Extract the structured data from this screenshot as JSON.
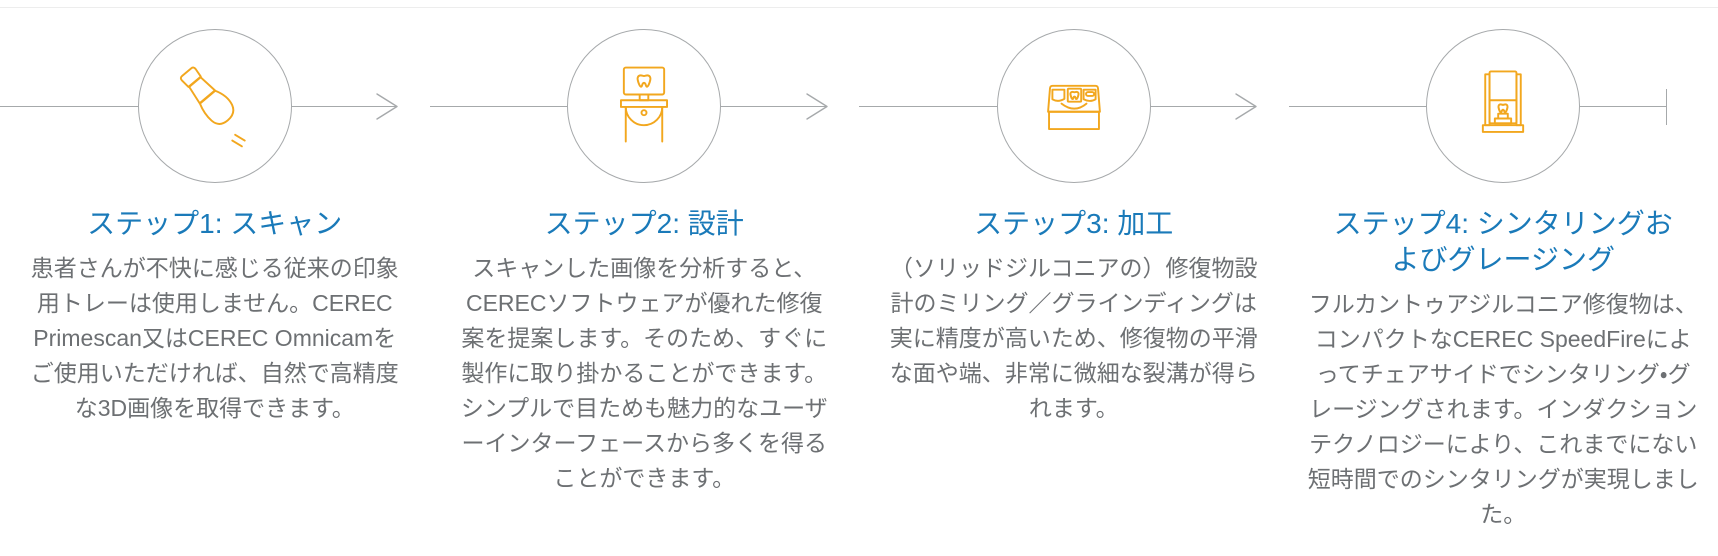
{
  "colors": {
    "accent_blue": "#1a7ab9",
    "icon_yellow": "#f2a71e",
    "body_gray": "#6d7073",
    "line_gray": "#a6a9ab",
    "top_rule": "#ededed"
  },
  "steps": [
    {
      "icon": "intraoral-scanner-icon",
      "title": "ステップ1: スキャン",
      "body": "患者さんが不快に感じる従来の印象用トレーは使用しません。CEREC Primescan又はCEREC Omnicamをご使用いただければ、自然で高精度な3D画像を取得できます。"
    },
    {
      "icon": "design-workstation-icon",
      "title": "ステップ2: 設計",
      "body": "スキャンした画像を分析すると、CERECソフトウェアが優れた修復案を提案します。そのため、すぐに製作に取り掛かることができます。シンプルで目ためも魅力的なユーザーインターフェースから多くを得ることができます。"
    },
    {
      "icon": "milling-machine-icon",
      "title": "ステップ3: 加工",
      "body": "（ソリッドジルコニアの）修復物設計のミリング／グラインディングは実に精度が高いため、修復物の平滑な面や端、非常に微細な裂溝が得られます。"
    },
    {
      "icon": "sintering-furnace-icon",
      "title": "ステップ4: シンタリングおよびグレージング",
      "body": "フルカントゥアジルコニア修復物は、コンパクトなCEREC SpeedFireによってチェアサイドでシンタリング・グレージングされます。インダクションテクノロジーにより、これまでにない短時間でのシンタリングが実現しました。"
    }
  ]
}
